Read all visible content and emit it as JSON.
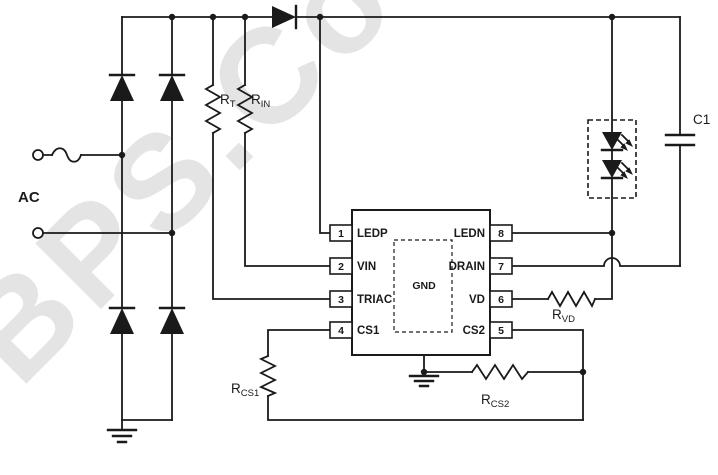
{
  "watermark": {
    "text": "BPS.Com"
  },
  "source": {
    "label": "AC"
  },
  "ic": {
    "left_pins": [
      {
        "num": "1",
        "name": "LEDP"
      },
      {
        "num": "2",
        "name": "VIN"
      },
      {
        "num": "3",
        "name": "TRIAC"
      },
      {
        "num": "4",
        "name": "CS1"
      }
    ],
    "right_pins": [
      {
        "num": "8",
        "name": "LEDN"
      },
      {
        "num": "7",
        "name": "DRAIN"
      },
      {
        "num": "6",
        "name": "VD"
      },
      {
        "num": "5",
        "name": "CS2"
      }
    ],
    "pad_label": "GND"
  },
  "components": {
    "rt": {
      "base": "R",
      "sub": "T"
    },
    "rin": {
      "base": "R",
      "sub": "IN"
    },
    "rvd": {
      "base": "R",
      "sub": "VD"
    },
    "rcs1": {
      "base": "R",
      "sub": "CS1"
    },
    "rcs2": {
      "base": "R",
      "sub": "CS2"
    },
    "c1": {
      "label": "C1"
    }
  },
  "colors": {
    "wire": "#1a1a1a",
    "watermark": "#e4e4e4",
    "background": "#ffffff"
  }
}
